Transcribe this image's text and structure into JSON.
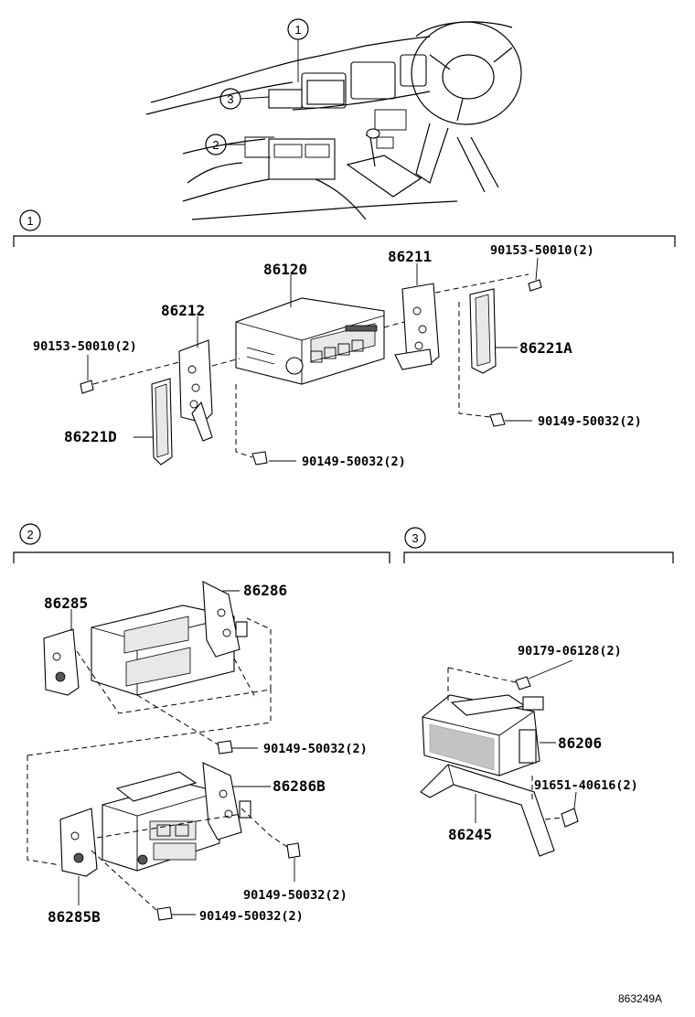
{
  "figure_code": "863249A",
  "callouts": {
    "overview": [
      "1",
      "3",
      "2"
    ],
    "section_1": "1",
    "section_2": "2",
    "section_3": "3"
  },
  "section_1_labels": {
    "p86120": "86120",
    "p86211": "86211",
    "p86212": "86212",
    "p86221A": "86221A",
    "p86221D": "86221D",
    "screw_top_right": "90153-50010(2)",
    "screw_left": "90153-50010(2)",
    "bolt_right": "90149-50032(2)",
    "bolt_bottom": "90149-50032(2)"
  },
  "section_2_labels": {
    "p86285": "86285",
    "p86286": "86286",
    "p86286B": "86286B",
    "p86285B": "86285B",
    "bolt_upper": "90149-50032(2)",
    "bolt_mid": "90149-50032(2)",
    "bolt_lower": "90149-50032(2)"
  },
  "section_3_labels": {
    "nut": "90179-06128(2)",
    "p86206": "86206",
    "bolt": "91651-40616(2)",
    "p86245": "86245"
  }
}
